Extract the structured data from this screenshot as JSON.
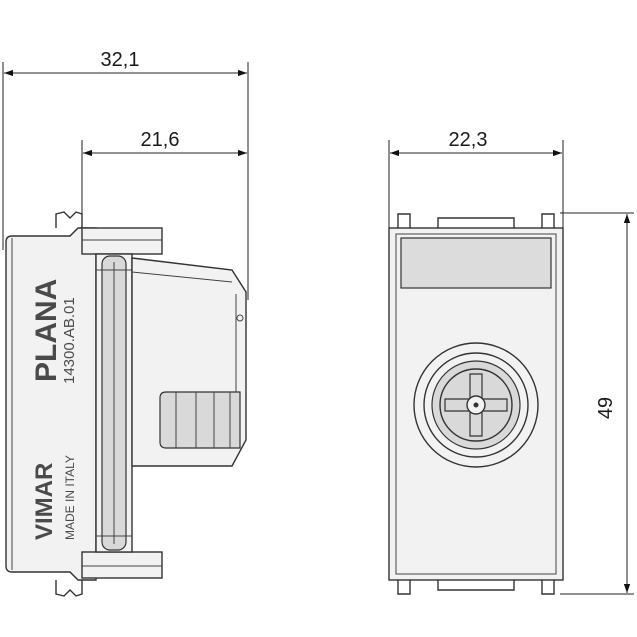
{
  "dimensions": {
    "overall_depth": "32,1",
    "body_depth": "21,6",
    "width": "22,3",
    "height": "49"
  },
  "side_view": {
    "brand_line": "PLANA",
    "code_line": "14300.AB.01",
    "maker_line": "VIMAR",
    "origin_line": "MADE IN ITALY"
  },
  "icons": [
    "dimension-arrow-icon",
    "coax-connector-icon"
  ]
}
